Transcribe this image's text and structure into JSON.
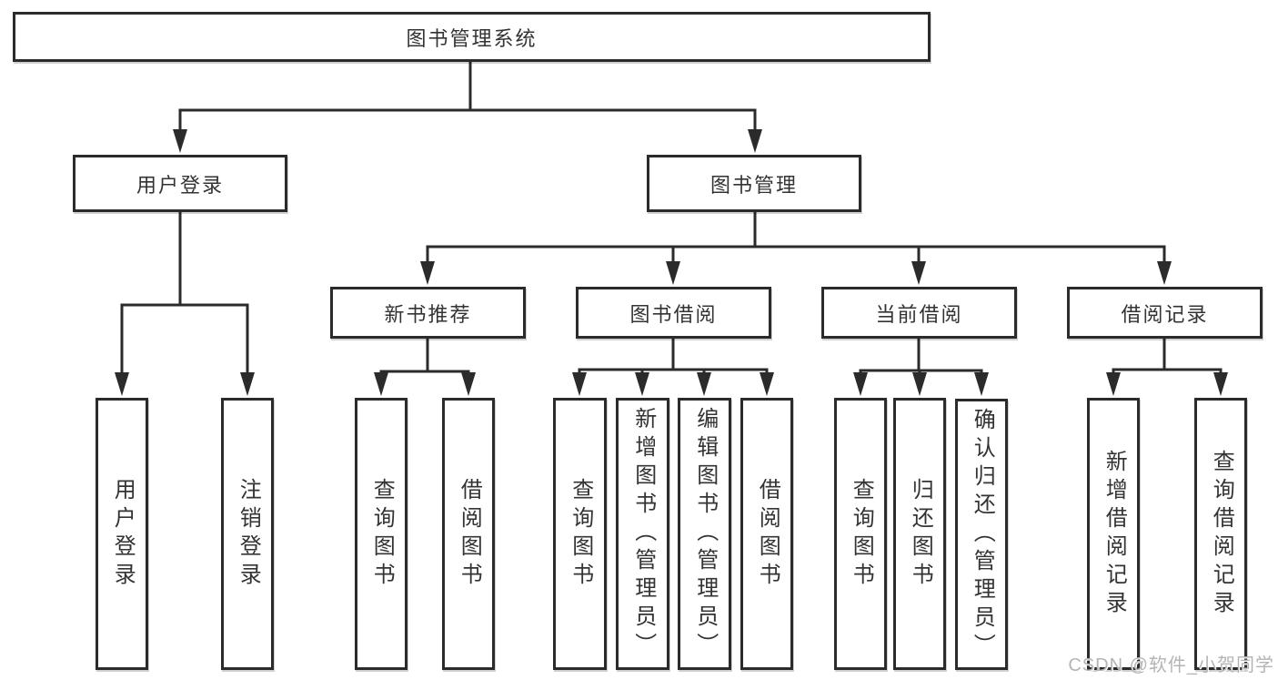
{
  "diagram": {
    "tree": {
      "label": "图书管理系统",
      "children": [
        {
          "label": "用户登录",
          "children": [
            {
              "label": "用户登录"
            },
            {
              "label": "注销登录"
            }
          ]
        },
        {
          "label": "图书管理",
          "children": [
            {
              "label": "新书推荐",
              "children": [
                {
                  "label": "查询图书"
                },
                {
                  "label": "借阅图书"
                }
              ]
            },
            {
              "label": "图书借阅",
              "children": [
                {
                  "label": "查询图书"
                },
                {
                  "label": "新增图书（管理员）"
                },
                {
                  "label": "编辑图书（管理员）"
                },
                {
                  "label": "借阅图书"
                }
              ]
            },
            {
              "label": "当前借阅",
              "children": [
                {
                  "label": "查询图书"
                },
                {
                  "label": "归还图书"
                },
                {
                  "label": "确认归还（管理员）"
                }
              ]
            },
            {
              "label": "借阅记录",
              "children": [
                {
                  "label": "新增借阅记录"
                },
                {
                  "label": "查询借阅记录"
                }
              ]
            }
          ]
        }
      ]
    }
  },
  "watermark": "CSDN @软件_小贺同学",
  "colors": {
    "line": "#2b2b2b",
    "box_border": "#2b2b2b",
    "text": "#333333",
    "watermark_text": "#b4b4b4",
    "background": "#ffffff"
  }
}
